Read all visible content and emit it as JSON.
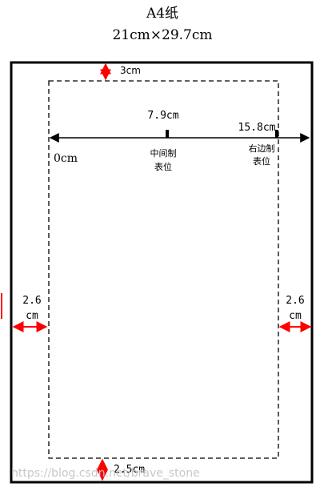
{
  "title": "A4纸",
  "subtitle": "21cm×29.7cm",
  "margins": {
    "top": "3cm",
    "bottom": "2.5cm",
    "left_line1": "2.6",
    "left_line2": "cm",
    "right_line1": "2.6",
    "right_line2": "cm"
  },
  "ruler": {
    "start": "0cm",
    "center_value": "7.9cm",
    "right_value": "15.8cm",
    "center_label_line1": "中间制",
    "center_label_line2": "表位",
    "right_label_line1": "右边制",
    "right_label_line2": "表位"
  },
  "watermark": "https://blog.csdn.net/brave_stone",
  "colors": {
    "arrow": "#ff0000",
    "line": "#000000"
  }
}
